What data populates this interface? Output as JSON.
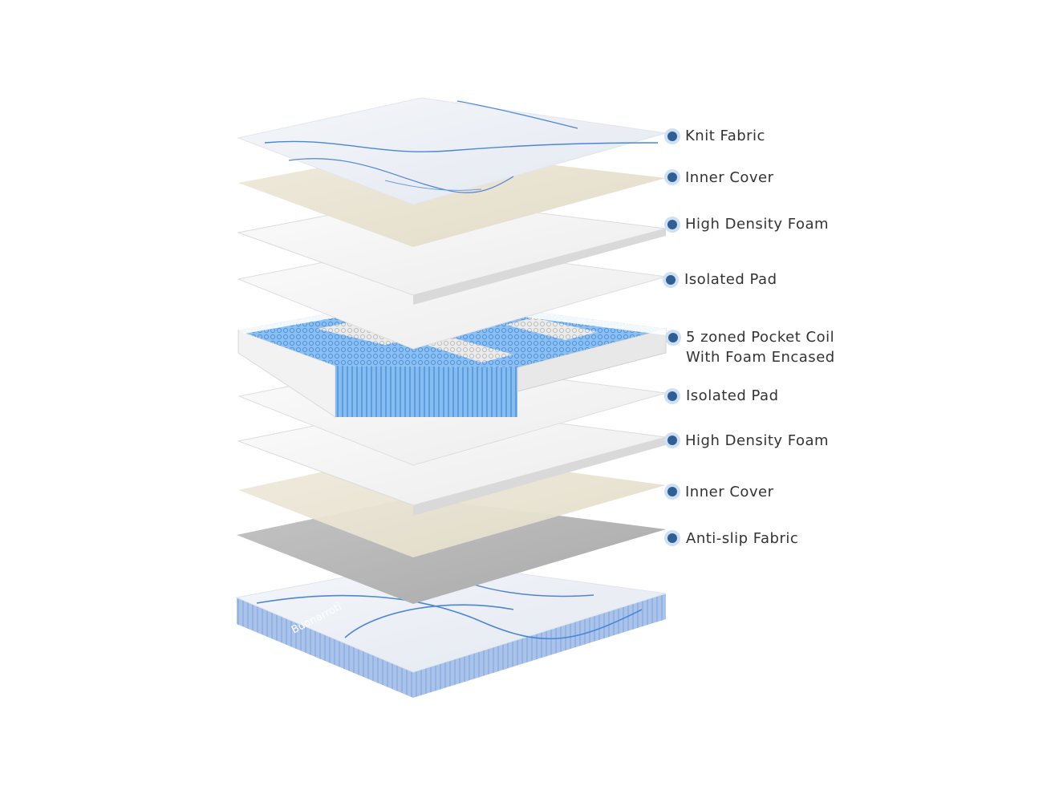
{
  "brand": {
    "logo_text": "Buonarroti"
  },
  "colors": {
    "accent": "#2f5f95",
    "knit_line": "#4a86d8",
    "coil_blue": "#7fb6ee",
    "inner_cover": "#ece7d8",
    "anti_slip": "#b8b8b8",
    "knit_side": "#a9c3ea"
  },
  "layers": [
    {
      "id": "knit-fabric",
      "label_lines": [
        "Knit Fabric"
      ]
    },
    {
      "id": "inner-cover-top",
      "label_lines": [
        "Inner Cover"
      ]
    },
    {
      "id": "high-density-foam-top",
      "label_lines": [
        "High Density  Foam"
      ]
    },
    {
      "id": "isolated-pad-top",
      "label_lines": [
        "Isolated Pad"
      ]
    },
    {
      "id": "pocket-coil",
      "label_lines": [
        "5 zoned Pocket Coil",
        "With Foam Encased"
      ]
    },
    {
      "id": "isolated-pad-bottom",
      "label_lines": [
        "Isolated Pad"
      ]
    },
    {
      "id": "high-density-foam-bottom",
      "label_lines": [
        "High Density  Foam"
      ]
    },
    {
      "id": "inner-cover-bottom",
      "label_lines": [
        "Inner Cover"
      ]
    },
    {
      "id": "anti-slip-fabric",
      "label_lines": [
        "Anti-slip Fabric"
      ]
    }
  ]
}
